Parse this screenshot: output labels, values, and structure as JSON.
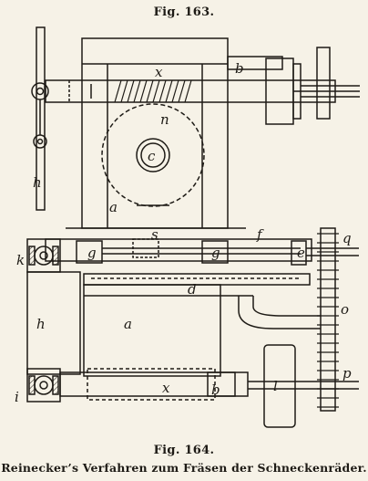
{
  "fig163": {
    "title": "Fig. 163.",
    "labels": {
      "b": "b",
      "x": "x",
      "n": "n",
      "c": "c",
      "h": "h",
      "a": "a"
    }
  },
  "fig164": {
    "title": "Fig. 164.",
    "labels": {
      "k": "k",
      "g_left": "g",
      "s": "s",
      "g_right": "g",
      "f": "f",
      "e": "e",
      "q": "q",
      "d": "d",
      "h": "h",
      "a": "a",
      "o": "o",
      "i": "i",
      "x": "x",
      "b": "b",
      "l": "l",
      "p": "p"
    }
  },
  "caption": "Reinecker’s Verfahren zum Fräsen der Schneckenräder."
}
